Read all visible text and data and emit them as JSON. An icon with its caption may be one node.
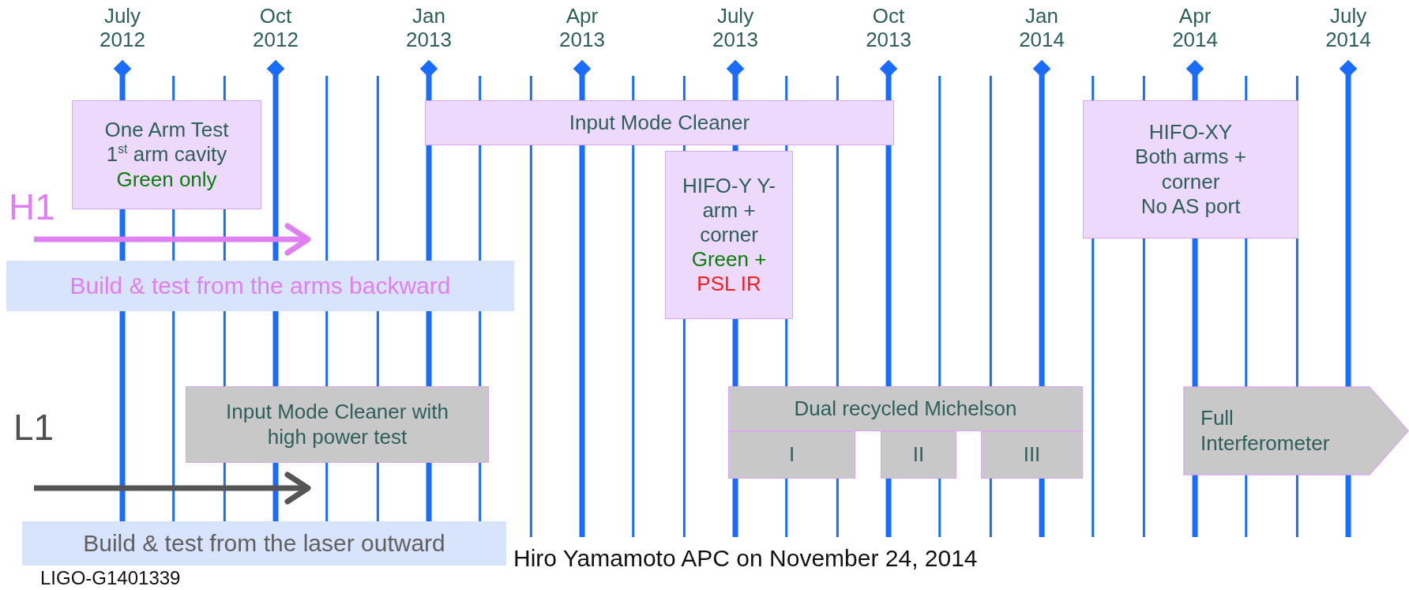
{
  "diagram": {
    "nodes": [
      {
        "text": [
          "One Arm Test",
          "1$^{st}$ arm cavity",
          "Green only"
        ]
      },
      {
        "text": [
          "Input Mode Cleaner"
        ]
      },
      {
        "text": [
          "HIFO-XY",
          "Both arms + corner",
          "No AS port"
        ]
      },
      {
        "text": [
          "HIFO-Y Y-arm + corner",
          "Green +",
          "PSL IR"
        ]
      },
      {
        "text": [
          "Build & test from the arms backward"
        ]
      },
      {
        "text": [
          "Input Mode Cleaner with high power test"
        ]
      },
      {
        "text": [
          "Dual recycled Michelson"
        ]
      },
      {
        "text": [
          "Full Interferometer"
        ]
      },
      {
        "text": [
          "I"
        ]
      },
      {
        "text": [
          "II"
        ]
      },
      {
        "text": [
          "III"
        ]
      },
      {
        "text": [
          "Build & test from the laser outward"
        ]
      }
    ],
    "labels": [
      "July 2012",
      "Oct 2012",
      "Jan 2013",
      "Apr 2013",
      "July 2013",
      "Oct 2013",
      "Jan 2014",
      "Apr 2014",
      "July 2014",
      "H1",
      "L1",
      "Hiro Yamamoto APC on November 24, 2014",
      "LIGO-G1401339"
    ]
  }
}
